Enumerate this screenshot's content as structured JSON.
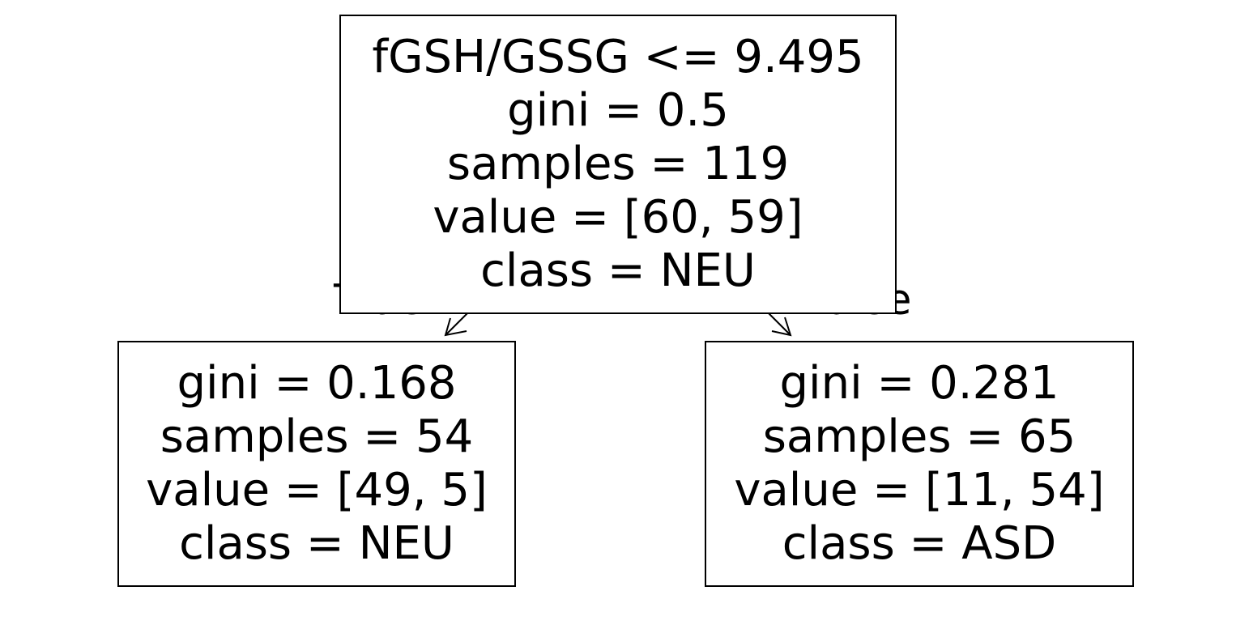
{
  "tree": {
    "root": {
      "split": "fGSH/GSSG <= 9.495",
      "gini": "gini = 0.5",
      "samples": "samples = 119",
      "value": "value = [60, 59]",
      "class": "class = NEU"
    },
    "left": {
      "gini": "gini = 0.168",
      "samples": "samples = 54",
      "value": "value = [49, 5]",
      "class": "class = NEU"
    },
    "right": {
      "gini": "gini = 0.281",
      "samples": "samples = 65",
      "value": "value = [11, 54]",
      "class": "class = ASD"
    },
    "edges": {
      "true_label": "True",
      "false_label": "False"
    }
  }
}
